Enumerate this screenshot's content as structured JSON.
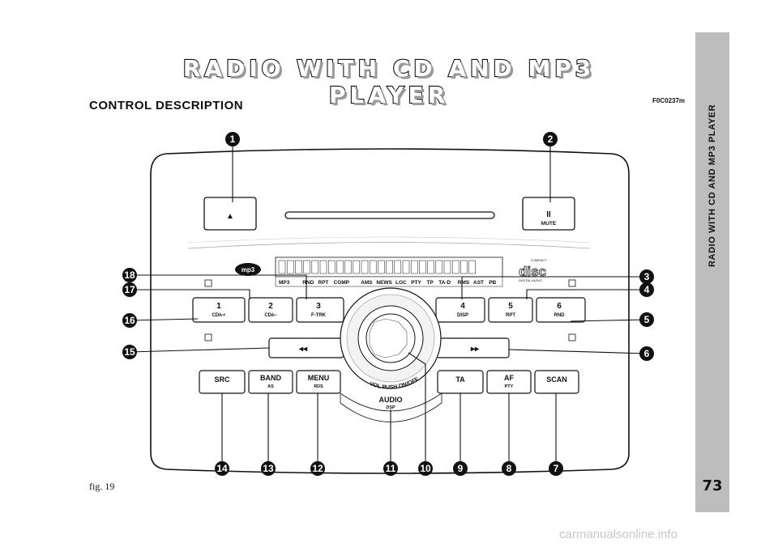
{
  "page": {
    "title": "RADIO WITH CD AND MP3 PLAYER",
    "section_heading": "CONTROL DESCRIPTION",
    "figure_code": "F0C0237m",
    "figure_label": "fig. 19",
    "side_tab_text": "RADIO WITH CD AND MP3 PLAYER",
    "page_number": "73",
    "watermark": "carmanualsonline.info"
  },
  "unit": {
    "eject_symbol": "▲",
    "pause_symbol": "II",
    "mute_label": "MUTE",
    "mp3_badge": "mp3",
    "disc_logo": "disc",
    "disc_small_top": "COMPACT",
    "disc_small_bottom": "DIGITAL AUDIO",
    "display_indicators": [
      "MP3",
      "RND",
      "RPT",
      "COMP",
      "AMS",
      "NEWS",
      "LOC",
      "PTY",
      "TP",
      "TA-D",
      "RMS",
      "AST",
      "PB"
    ],
    "buttons": {
      "preset1_num": "1",
      "preset1_sub": "CD/▹+",
      "preset2_num": "2",
      "preset2_sub": "CD/▹-",
      "preset3_num": "3",
      "preset3_sub": "F-TRK",
      "preset4_num": "4",
      "preset4_sub": "DISP",
      "preset5_num": "5",
      "preset5_sub": "RPT",
      "preset6_num": "6",
      "preset6_sub": "RND",
      "rewind": "◂◂",
      "forward": "▸▸",
      "src": "SRC",
      "band": "BAND",
      "band_sub": "AS",
      "menu": "MENU",
      "menu_sub": "RDS",
      "ta": "TA",
      "af": "AF",
      "af_sub": "PTY",
      "scan": "SCAN",
      "knob_label": "VOL PUSH ON/OFF",
      "audio": "AUDIO",
      "audio_sub": "DSP"
    }
  },
  "callouts": [
    "1",
    "2",
    "3",
    "4",
    "5",
    "6",
    "7",
    "8",
    "9",
    "10",
    "11",
    "12",
    "13",
    "14",
    "15",
    "16",
    "17",
    "18"
  ]
}
